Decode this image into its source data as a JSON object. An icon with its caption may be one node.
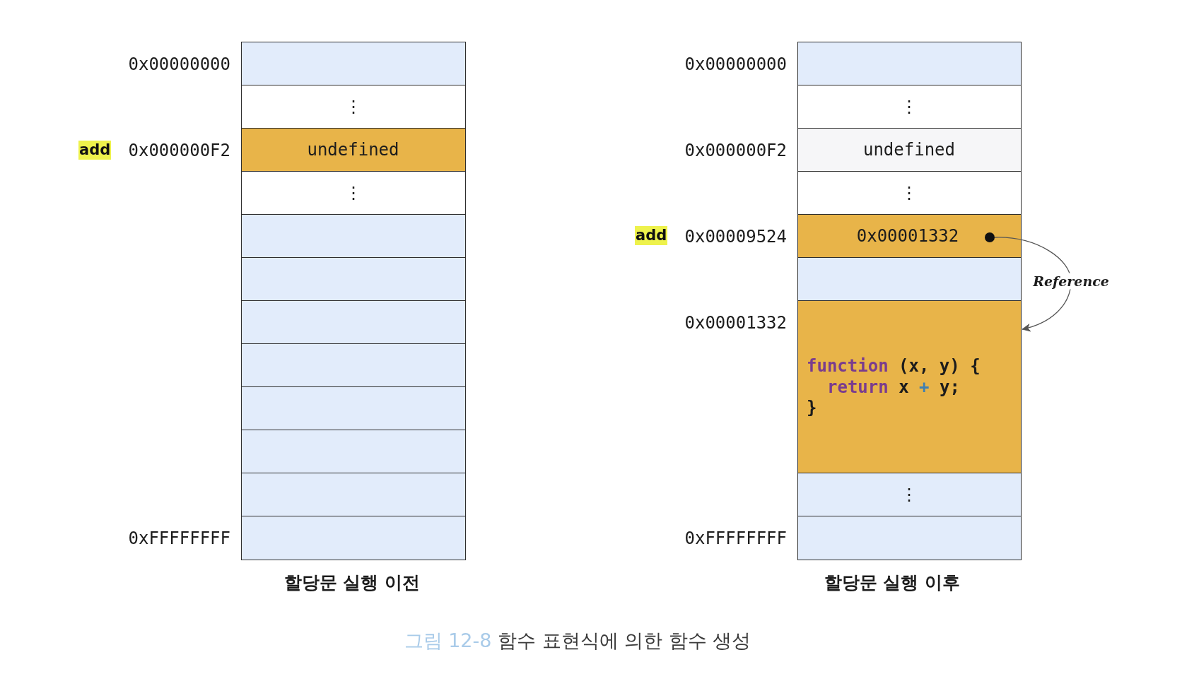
{
  "diagram": {
    "caption": "그림 12-8 함수 표현식에 의한 함수 생성",
    "nodes": [
      {
        "text": [],
        "shape": "box",
        "beside": [
          "0x00000000"
        ]
      },
      {
        "text": [
          "⋮"
        ]
      },
      {
        "text": [
          "undefined"
        ],
        "beside": [
          "0x000000F2"
        ]
      },
      {
        "text": [
          "⋮"
        ]
      },
      {
        "text": [],
        "shape": "box"
      },
      {
        "text": [],
        "shape": "box"
      },
      {
        "text": [],
        "shape": "box"
      },
      {
        "text": [],
        "shape": "box"
      },
      {
        "text": [],
        "shape": "box"
      },
      {
        "text": [],
        "shape": "box"
      },
      {
        "text": [],
        "shape": "box"
      },
      {
        "text": [],
        "shape": "box",
        "beside": [
          "0xFFFFFFFF"
        ]
      },
      {
        "text": [
          "add"
        ]
      },
      {
        "text": [],
        "shape": "box",
        "beside": [
          "0x00000000"
        ]
      },
      {
        "text": [
          "⋮"
        ]
      },
      {
        "text": [
          "undefined"
        ],
        "beside": [
          "0x000000F2"
        ]
      },
      {
        "text": [
          "⋮"
        ]
      },
      {
        "text": [
          "0x00001332"
        ],
        "beside": [
          "0x00009524"
        ]
      },
      {
        "text": [],
        "shape": "box"
      },
      {
        "text": [
          "function (x, y) {",
          "return x + y;",
          "}"
        ],
        "beside": [
          "0x00001332"
        ]
      },
      {
        "text": [
          "⋮"
        ]
      },
      {
        "text": [],
        "shape": "box",
        "beside": [
          "0xFFFFFFFF"
        ]
      },
      {
        "text": [
          "add"
        ]
      },
      {
        "text": [],
        "shape": "circle",
        "in": 17
      }
    ],
    "edges": [
      {
        "from": 23,
        "to": 19,
        "arrow": "to",
        "label": "Reference"
      }
    ],
    "labels": [
      "할당문 실행 이전",
      "할당문 실행 이후"
    ]
  }
}
